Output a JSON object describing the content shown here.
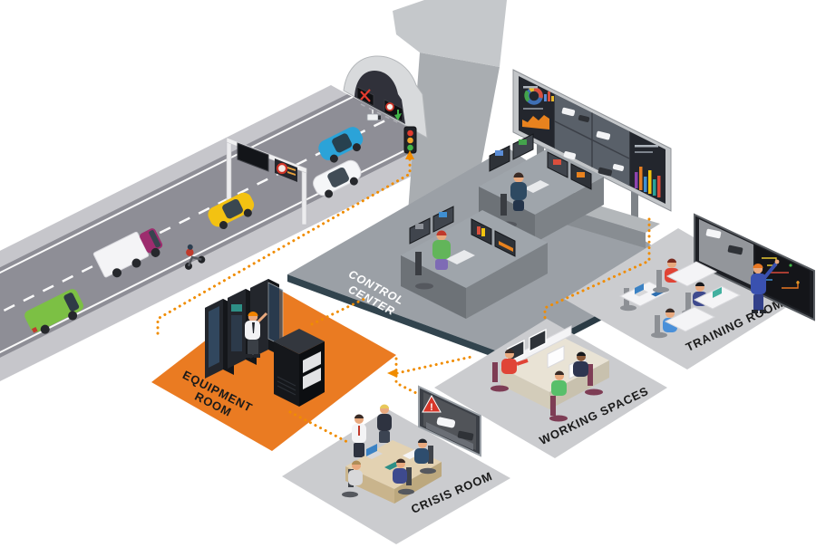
{
  "scene": {
    "description": "Isometric illustration of a road tunnel supervision system linking a control center, an equipment room, a crisis room, working spaces and a training room"
  },
  "colors": {
    "background": "#ffffff",
    "equipment_floor": "#ea7b22",
    "control_floor": "#9ba0a6",
    "control_floor_edge_left": "#32444e",
    "control_floor_edge_right": "#2b3b45",
    "room_floor": "#cbcccf",
    "road_asphalt": "#8e8e96",
    "road_shoulder": "#c6c6cb",
    "road_marking": "#fafafa",
    "dotted_line": "#f08c00",
    "tunnel_light": "#c5c8cb",
    "tunnel_mid": "#a9adb1",
    "portal_face": "#d8dadc",
    "signal_red": "#e23b2e",
    "signal_amber": "#f2a52b",
    "signal_green": "#43b549"
  },
  "rooms": {
    "control_center": {
      "line1": "CONTROL",
      "line2": "CENTER"
    },
    "equipment_room": {
      "line1": "EQUIPMENT",
      "line2": "ROOM"
    },
    "crisis_room": {
      "label": "CRISIS ROOM"
    },
    "working_spaces": {
      "label": "WORKING SPACES"
    },
    "training_room": {
      "label": "TRAINING ROOM"
    }
  },
  "signs": {
    "warning": "!"
  },
  "icons": {
    "lane_closed": "red-x-lane-signal",
    "lane_open": "green-down-arrow-signal",
    "speed_limit": "red-circle-speed-sign",
    "camera": "cctv-camera",
    "traffic_light": "red-amber-green-signal"
  },
  "vehicles": [
    {
      "name": "green-van",
      "color": "#7cc044"
    },
    {
      "name": "truck",
      "cab_color": "#9d2c6e",
      "box_color": "#f4f4f6"
    },
    {
      "name": "motorcycle",
      "color": "#c0392b"
    },
    {
      "name": "yellow-car",
      "color": "#f3c212"
    },
    {
      "name": "white-car",
      "color": "#f5f6f8"
    },
    {
      "name": "blue-car",
      "color": "#2ba3d8"
    }
  ]
}
